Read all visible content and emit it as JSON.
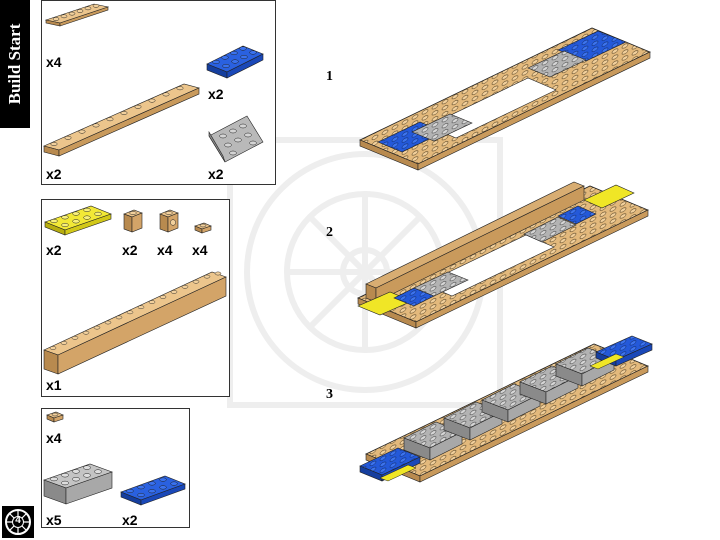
{
  "section_title": "Build Start",
  "page_number": "4",
  "colors": {
    "tan": "#d8ad72",
    "blue": "#1f55d6",
    "gray": "#b9b9b9",
    "yellow": "#f0e626"
  },
  "parts_lists": [
    {
      "items": [
        {
          "name": "tan-plate-1x6",
          "qty": "x4"
        },
        {
          "name": "blue-plate-2x4",
          "qty": "x2"
        },
        {
          "name": "tan-plate-1x10",
          "qty": "x2"
        },
        {
          "name": "gray-plate-2x4-angled",
          "qty": "x2"
        }
      ]
    },
    {
      "items": [
        {
          "name": "yellow-plate-2x4",
          "qty": "x2"
        },
        {
          "name": "tan-brick-1x1",
          "qty": "x2"
        },
        {
          "name": "tan-brick-1x1-side-stud",
          "qty": "x4"
        },
        {
          "name": "tan-plate-1x1",
          "qty": "x4"
        },
        {
          "name": "tan-brick-1x16",
          "qty": "x1"
        }
      ]
    },
    {
      "items": [
        {
          "name": "tan-plate-1x1-small",
          "qty": "x4"
        },
        {
          "name": "gray-brick-2x4",
          "qty": "x5"
        },
        {
          "name": "blue-plate-2x4-b",
          "qty": "x2"
        }
      ]
    }
  ],
  "steps": [
    {
      "number": "1"
    },
    {
      "number": "2"
    },
    {
      "number": "3"
    }
  ]
}
